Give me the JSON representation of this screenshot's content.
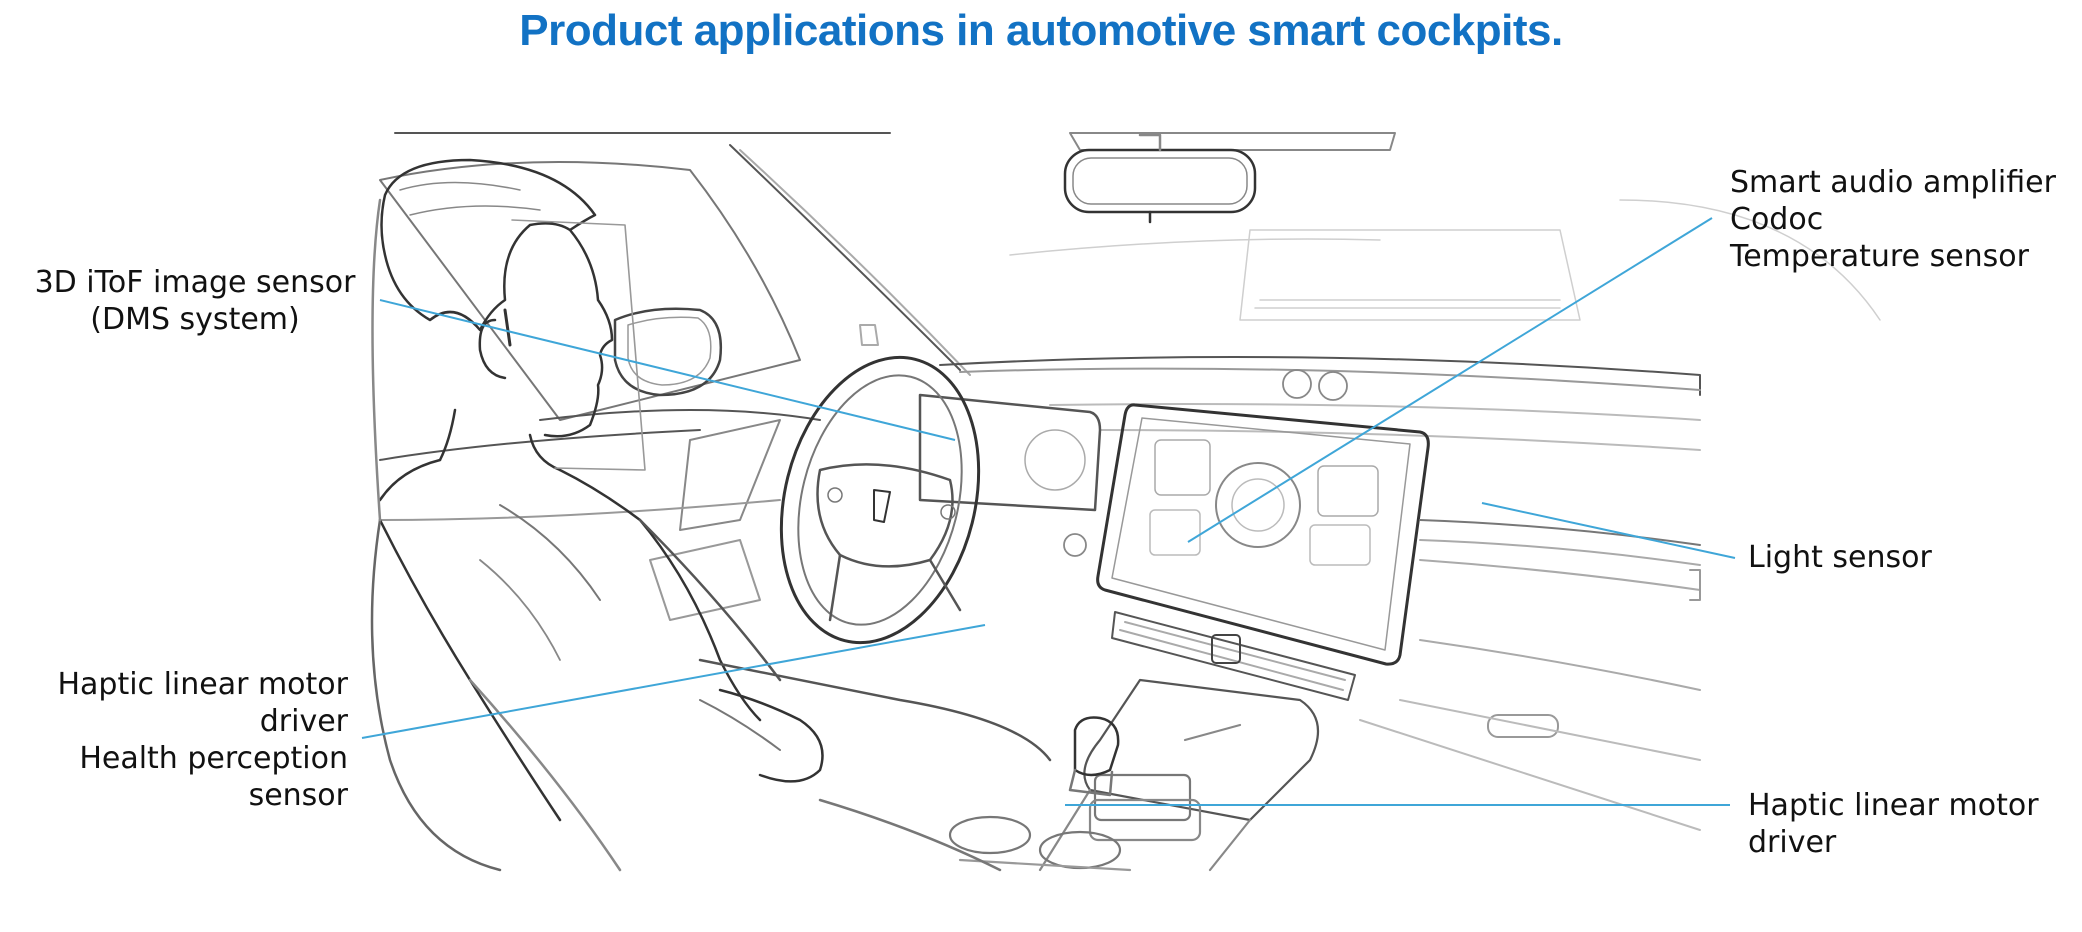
{
  "title": "Product applications in automotive smart cockpits.",
  "colors": {
    "title": "#1272c4",
    "leader_line": "#3fa6d8",
    "sketch_stroke": "#4a4a4a",
    "sketch_light": "#bdbdbd"
  },
  "labels": {
    "dms": {
      "line1": "3D iToF image sensor",
      "line2": "(DMS system)"
    },
    "haptic_steering": {
      "line1": "Haptic linear motor",
      "line2": "driver",
      "line3": "Health perception",
      "line4": "sensor"
    },
    "audio": {
      "line1": "Smart audio amplifier",
      "line2": "Codoc",
      "line3": "Temperature sensor"
    },
    "light": {
      "line1": "Light sensor"
    },
    "haptic_console": {
      "line1": "Haptic linear motor",
      "line2": "driver"
    }
  },
  "illustration": {
    "subject": "line sketch of driver in car cockpit",
    "icons": [
      "steering-wheel-icon",
      "center-display-icon",
      "rearview-mirror-icon",
      "gear-shifter-icon"
    ]
  }
}
